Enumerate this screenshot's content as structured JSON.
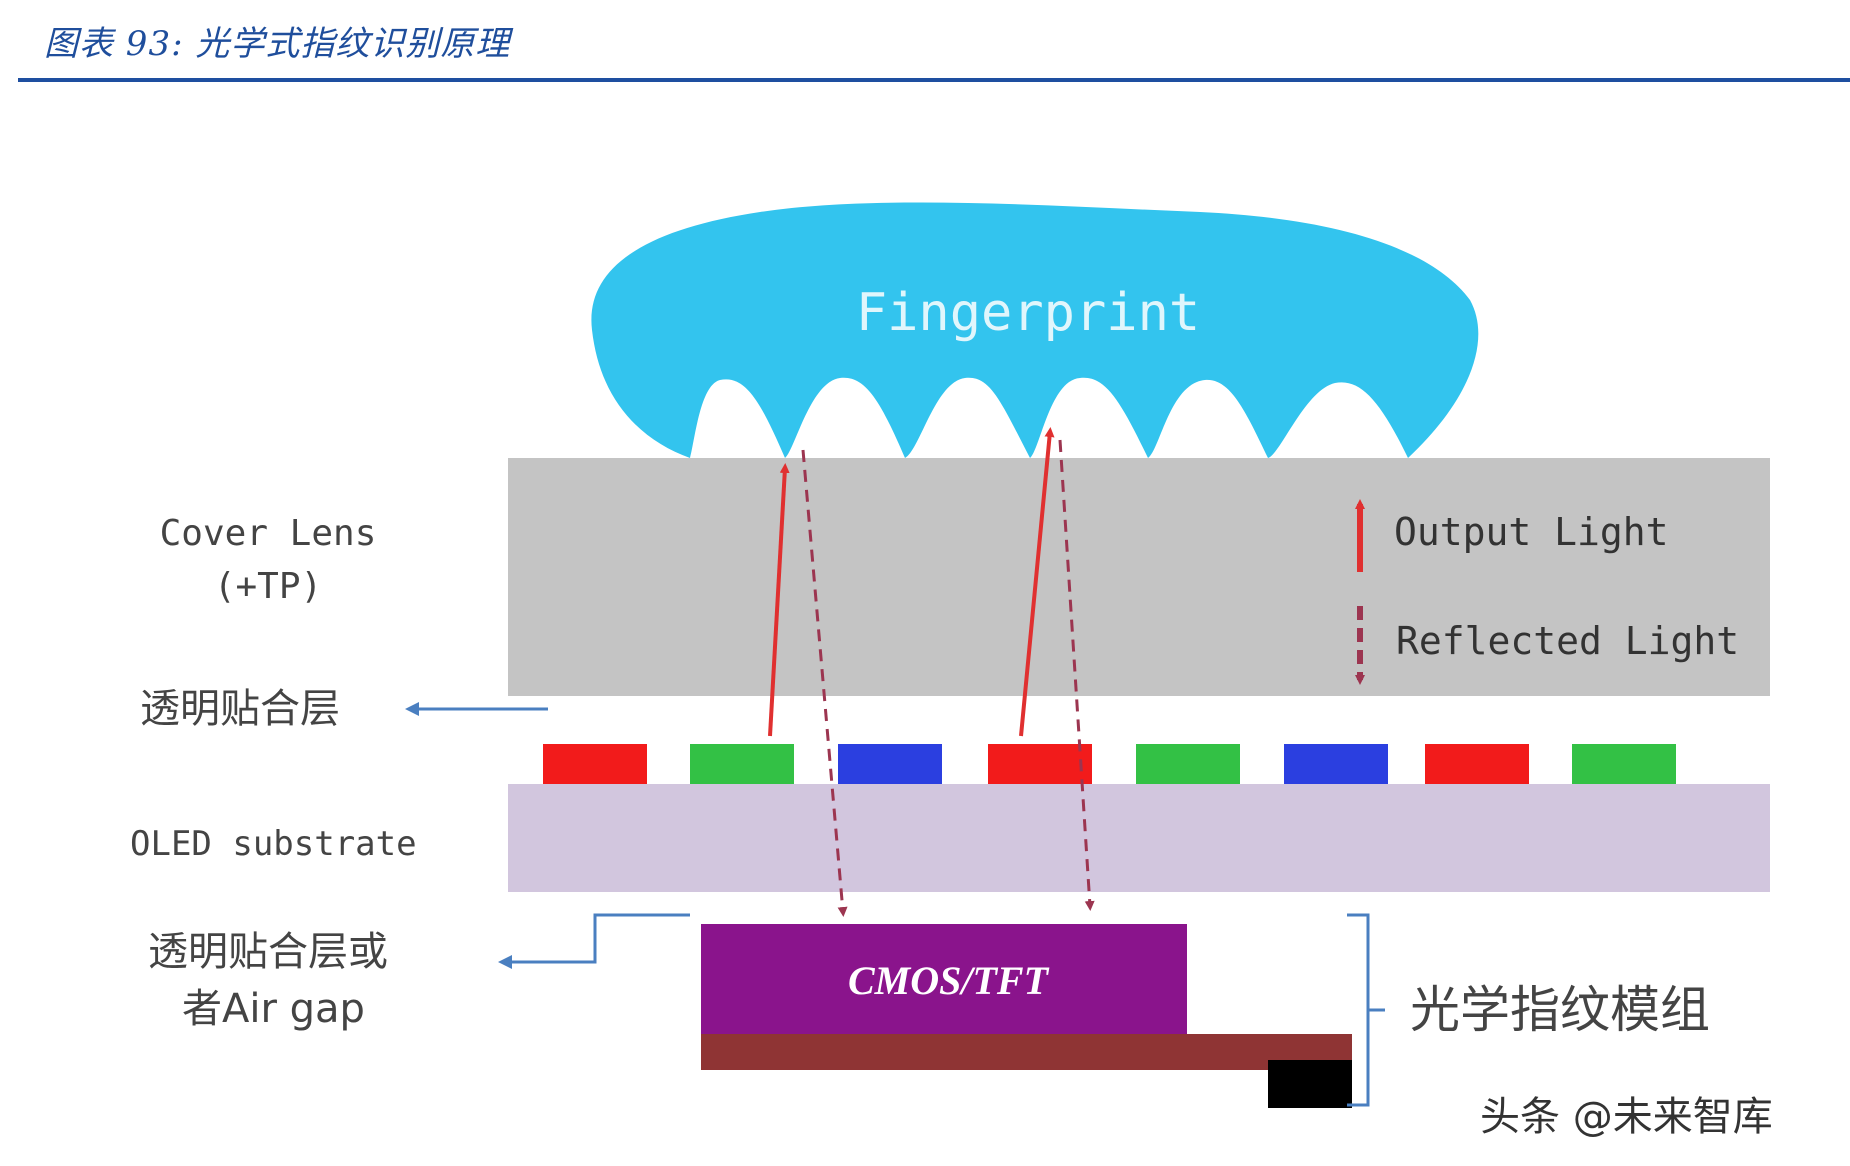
{
  "header": {
    "title": "图表 93:  光学式指纹识别原理"
  },
  "diagram": {
    "fingerprint_label": "Fingerprint",
    "cover_lens_label_line1": "Cover Lens",
    "cover_lens_label_line2": "(+TP)",
    "adhesive_label": "透明贴合层",
    "oled_label": "OLED substrate",
    "adhesive_air_label_line1": "透明贴合层或",
    "adhesive_air_label_line2": "者Air gap",
    "cmos_label": "CMOS/TFT",
    "module_label": "光学指纹模组",
    "legend": {
      "output_light": "Output Light",
      "reflected_light": "Reflected Light"
    },
    "pixels": [
      "red",
      "green",
      "blue",
      "red",
      "green",
      "blue",
      "red",
      "green"
    ],
    "colors": {
      "fingerprint": "#33c4ee",
      "cover_lens": "#c4c4c4",
      "oled": "#d2c6de",
      "red": "#f21b1b",
      "green": "#33c145",
      "blue": "#2b3fe0",
      "cmos": "#8a148c",
      "base_plate": "#8f3434",
      "connector": "#000000",
      "output_arrow": "#e03030",
      "reflected_arrow": "#9c3550",
      "pointer_arrow": "#4a7fc0"
    }
  },
  "watermark": "头条 @未来智库"
}
